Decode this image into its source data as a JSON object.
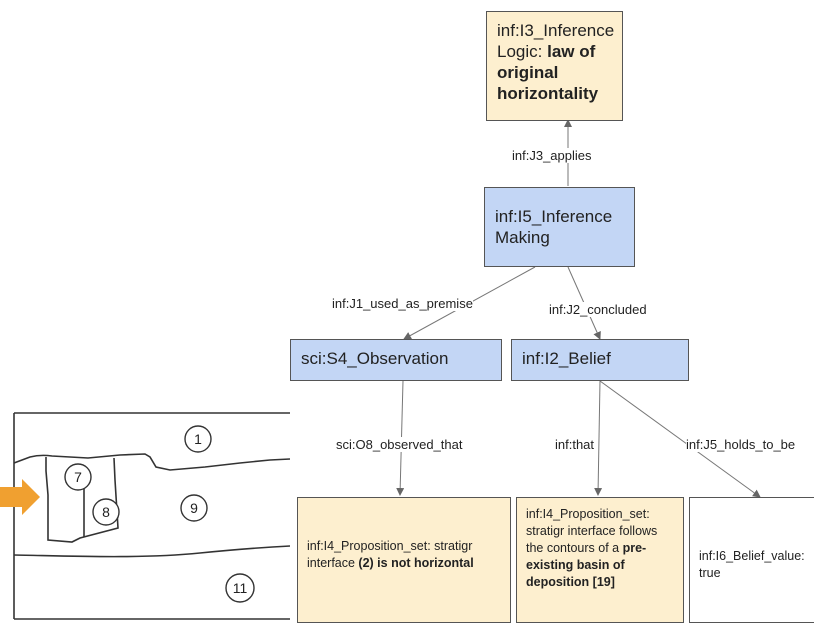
{
  "nodes": {
    "i3": {
      "prefix": "inf:I3_Inference Logic: ",
      "bold": "law of original horizontality"
    },
    "i5": {
      "label": "inf:I5_Inference Making"
    },
    "s4": {
      "label": "sci:S4_Observation"
    },
    "i2": {
      "label": "inf:I2_Belief"
    },
    "prop1": {
      "prefix": "inf:I4_Proposition_set: stratigr interface ",
      "bold": "(2) is not horizontal"
    },
    "prop2": {
      "prefix": "inf:I4_Proposition_set: stratigr interface follows the contours of a ",
      "bold": "pre-existing basin of deposition [19]"
    },
    "belief_value": {
      "label": "inf:I6_Belief_value: true"
    }
  },
  "edges": {
    "applies": "inf:J3_applies",
    "used_as_premise": "inf:J1_used_as_premise",
    "concluded": "inf:J2_concluded",
    "observed_that": "sci:O8_observed_that",
    "that": "inf:that",
    "holds_to_be": "inf:J5_holds_to_be"
  },
  "sketch": {
    "labels": [
      "1",
      "7",
      "8",
      "9",
      "11"
    ],
    "arrow_color": "#f0a030"
  }
}
